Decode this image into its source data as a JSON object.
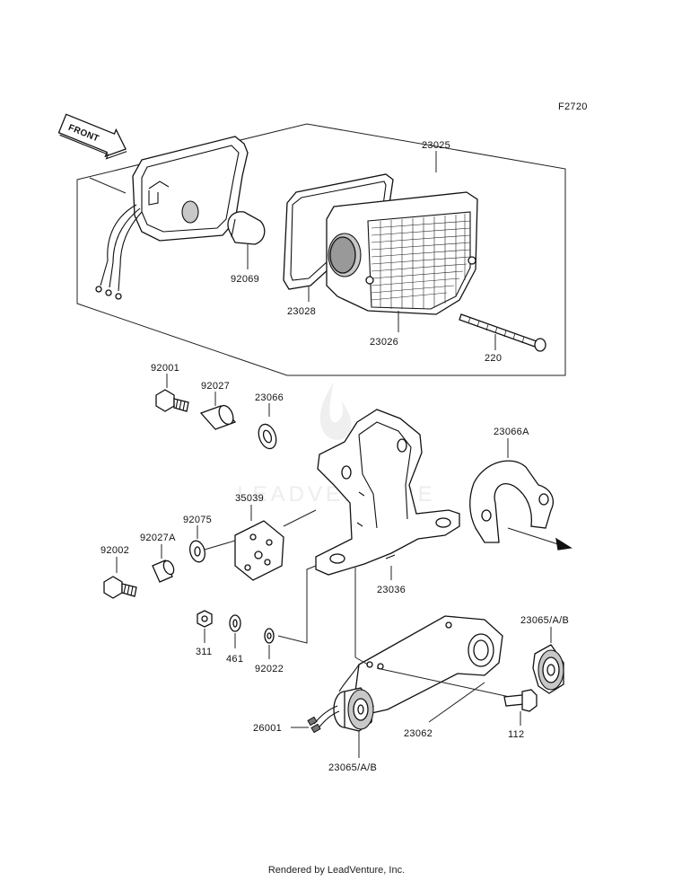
{
  "figure_code": "F2720",
  "front_arrow_label": "FRONT",
  "watermark": "LEADVENTURE",
  "footer": "Rendered by LeadVenture, Inc.",
  "labels": {
    "p23025": "23025",
    "p92069": "92069",
    "p23028": "23028",
    "p23026": "23026",
    "p220": "220",
    "p92001": "92001",
    "p92027": "92027",
    "p23066": "23066",
    "p23066A": "23066A",
    "p35039": "35039",
    "p92075": "92075",
    "p92027A": "92027A",
    "p92002": "92002",
    "p23036": "23036",
    "p311": "311",
    "p461": "461",
    "p92022": "92022",
    "p23065_upper": "23065/A/B",
    "p112": "112",
    "p26001": "26001",
    "p23062": "23062",
    "p23065_lower": "23065/A/B"
  }
}
